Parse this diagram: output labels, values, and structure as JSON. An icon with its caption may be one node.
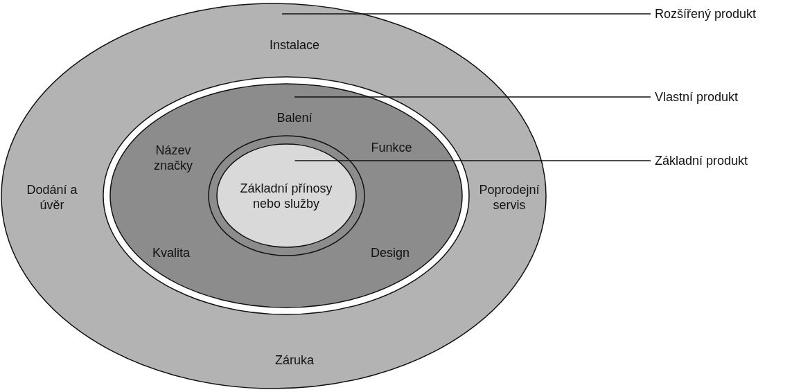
{
  "diagram": {
    "nodes": [
      {
        "text": [
          "Instalace",
          "Dodání a úvěr",
          "Poprodejní servis",
          "Záruka"
        ]
      },
      {
        "text": [
          "Balení",
          "Název značky",
          "Funkce",
          "Kvalita",
          "Design"
        ],
        "in": 0
      },
      {
        "text": [
          "Základní přínosy nebo služby"
        ],
        "in": 1
      },
      {
        "text": [
          "Rozšířený produkt"
        ]
      },
      {
        "text": [
          "Vlastní produkt"
        ]
      },
      {
        "text": [
          "Základní produkt"
        ]
      }
    ],
    "edges": [
      {
        "from": 3,
        "to": 0,
        "arrow": "none"
      },
      {
        "from": 4,
        "to": 1,
        "arrow": "none"
      },
      {
        "from": 5,
        "to": 2,
        "arrow": "none"
      }
    ]
  }
}
